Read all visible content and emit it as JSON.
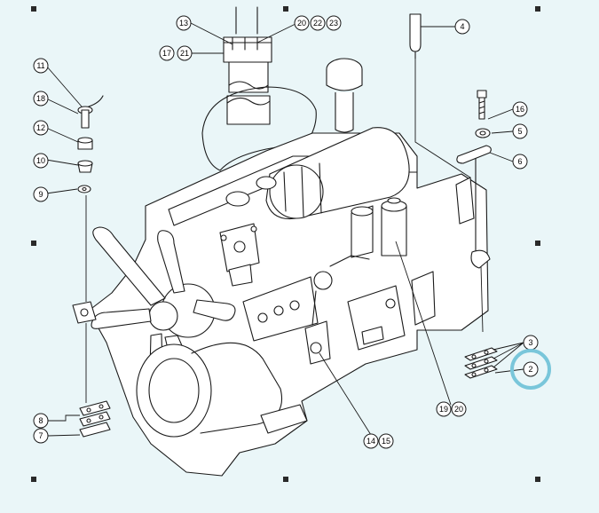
{
  "highlight_color": "#79c6da",
  "background_color": "#eaf6f8",
  "callouts": {
    "c2": "2",
    "c3": "3",
    "c4": "4",
    "c5": "5",
    "c6": "6",
    "c7": "7",
    "c8": "8",
    "c9": "9",
    "c10": "10",
    "c11": "11",
    "c12": "12",
    "c13": "13",
    "c14": "14",
    "c15": "15",
    "c16": "16",
    "c17": "17",
    "c18": "18",
    "c19": "19",
    "c20a": "20",
    "c20b": "20",
    "c21": "21",
    "c22": "22",
    "c23": "23"
  },
  "highlighted_callout": "2"
}
